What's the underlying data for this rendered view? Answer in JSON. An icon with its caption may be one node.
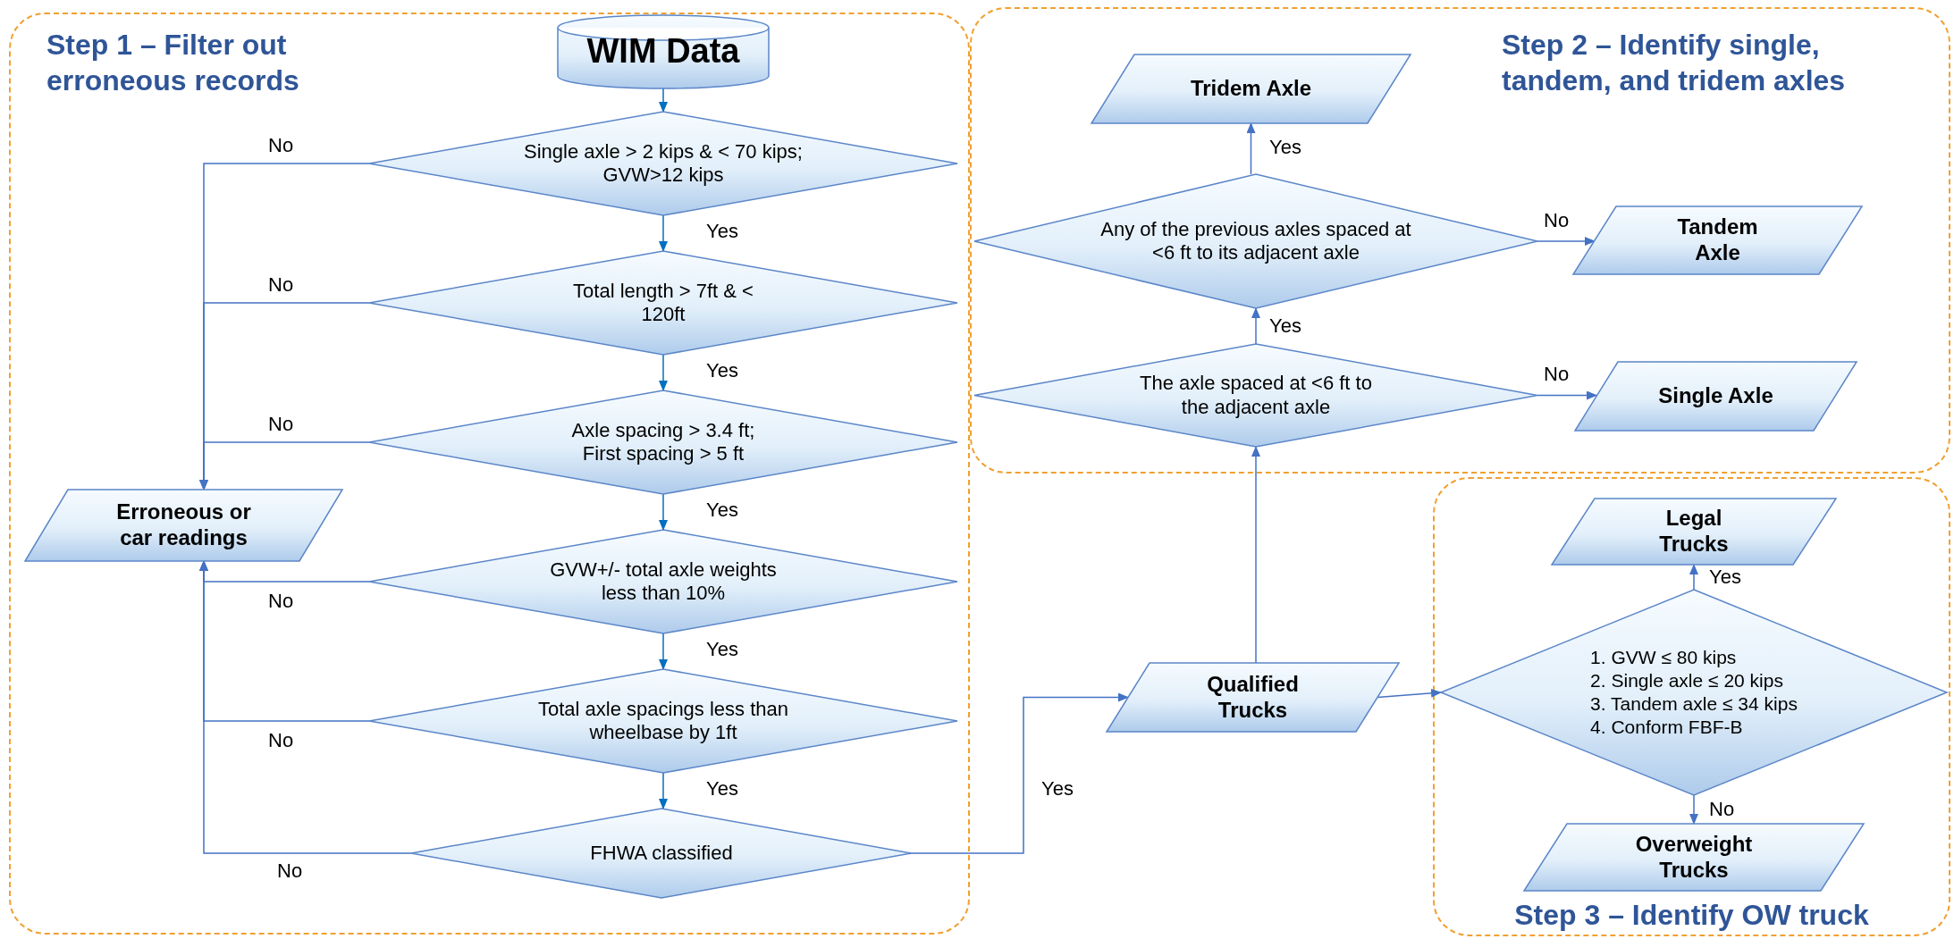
{
  "diagram": {
    "nodes": [
      {
        "text": [
          "Step 1 – Filter out erroneous records"
        ]
      },
      {
        "text": [
          "WIM Data"
        ],
        "in": 0
      },
      {
        "text": [
          "Single axle > 2 kips & < 70 kips; GVW>12 kips"
        ],
        "in": 0
      },
      {
        "text": [
          "Total length > 7ft & < 120ft"
        ],
        "in": 0
      },
      {
        "text": [
          "Axle spacing > 3.4 ft; First spacing > 5 ft"
        ],
        "in": 0
      },
      {
        "text": [
          "Erroneous or car readings"
        ],
        "in": 0
      },
      {
        "text": [
          "GVW+/- total axle weights less than 10%"
        ],
        "in": 0
      },
      {
        "text": [
          "Total axle spacings less than wheelbase by 1ft"
        ],
        "in": 0
      },
      {
        "text": [
          "FHWA classified"
        ],
        "in": 0
      },
      {
        "text": [
          "Step 2 – Identify single, tandem, and tridem axles"
        ]
      },
      {
        "text": [
          "Tridem Axle"
        ],
        "in": 9
      },
      {
        "text": [
          "Any of the previous axles spaced at <6 ft to its adjacent axle"
        ],
        "in": 9
      },
      {
        "text": [
          "Tandem Axle"
        ],
        "in": 9
      },
      {
        "text": [
          "The axle spaced at <6 ft to the adjacent axle"
        ],
        "in": 9
      },
      {
        "text": [
          "Single Axle"
        ],
        "in": 9
      },
      {
        "text": [
          "Qualified Trucks"
        ]
      },
      {
        "text": [
          "Step 3 – Identify OW truck"
        ]
      },
      {
        "text": [
          "Legal Trucks"
        ],
        "in": 16
      },
      {
        "text": [
          "1. GVW ≤ 80 kips",
          "2. Single axle ≤ 20 kips",
          "3. Tandem axle ≤ 34 kips",
          "4. Conform FBF-B"
        ],
        "in": 16
      },
      {
        "text": [
          "Overweight Trucks"
        ],
        "in": 16
      }
    ],
    "edges": [
      {
        "from": 1,
        "to": 2,
        "arrow": "to",
        "color": "#0070c0"
      },
      {
        "from": 2,
        "to": 3,
        "arrow": "to",
        "label": "Yes",
        "color": "#0070c0"
      },
      {
        "from": 3,
        "to": 4,
        "arrow": "to",
        "label": "Yes",
        "color": "#0070c0"
      },
      {
        "from": 4,
        "to": 6,
        "arrow": "to",
        "label": "Yes",
        "color": "#0070c0"
      },
      {
        "from": 6,
        "to": 7,
        "arrow": "to",
        "label": "Yes",
        "color": "#0070c0"
      },
      {
        "from": 7,
        "to": 8,
        "arrow": "to",
        "label": "Yes",
        "color": "#0070c0"
      },
      {
        "from": 2,
        "to": 5,
        "arrow": "to",
        "label": "No"
      },
      {
        "from": 3,
        "to": 5,
        "arrow": "to",
        "label": "No"
      },
      {
        "from": 4,
        "to": 5,
        "arrow": "to",
        "label": "No"
      },
      {
        "from": 6,
        "to": 5,
        "arrow": "to",
        "label": "No"
      },
      {
        "from": 7,
        "to": 5,
        "arrow": "to",
        "label": "No"
      },
      {
        "from": 8,
        "to": 5,
        "arrow": "to",
        "label": "No"
      },
      {
        "from": 8,
        "to": 15,
        "arrow": "to",
        "label": "Yes"
      },
      {
        "from": 15,
        "to": 13,
        "arrow": "to"
      },
      {
        "from": 13,
        "to": 11,
        "arrow": "to",
        "label": "Yes"
      },
      {
        "from": 11,
        "to": 10,
        "arrow": "to",
        "label": "Yes"
      },
      {
        "from": 11,
        "to": 12,
        "arrow": "to",
        "label": "No"
      },
      {
        "from": 13,
        "to": 14,
        "arrow": "to",
        "label": "No"
      },
      {
        "from": 15,
        "to": 18,
        "arrow": "to"
      },
      {
        "from": 18,
        "to": 17,
        "arrow": "to",
        "label": "Yes"
      },
      {
        "from": 18,
        "to": 19,
        "arrow": "to",
        "label": "No"
      }
    ]
  }
}
